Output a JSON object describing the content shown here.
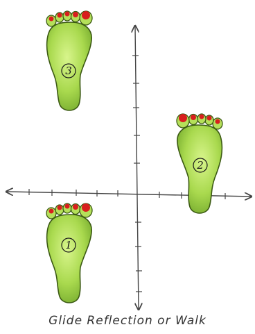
{
  "caption": "Glide Reflection or Walk",
  "footprints": [
    {
      "label": "1"
    },
    {
      "label": "2"
    },
    {
      "label": "3"
    }
  ],
  "colors": {
    "foot_fill": "#b5e05a",
    "foot_shade": "#7fb531",
    "foot_outline": "#3c5a14",
    "toenail": "#d81e1e",
    "axis": "#444444"
  }
}
